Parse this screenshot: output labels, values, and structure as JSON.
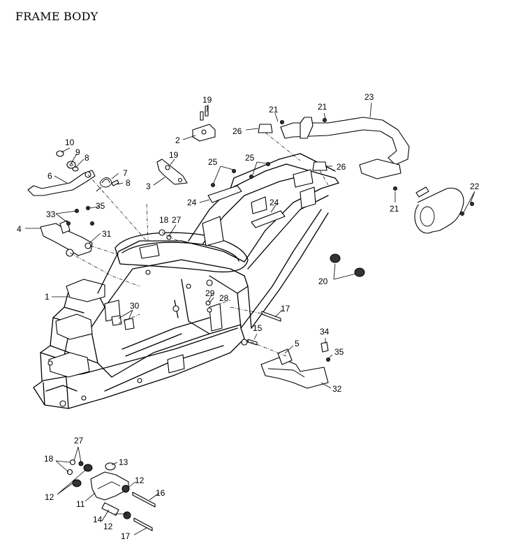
{
  "title": "FRAME BODY",
  "callouts": [
    {
      "id": "c1",
      "text": "1"
    },
    {
      "id": "c2",
      "text": "2"
    },
    {
      "id": "c3",
      "text": "3"
    },
    {
      "id": "c4",
      "text": "4"
    },
    {
      "id": "c5",
      "text": "5"
    },
    {
      "id": "c6",
      "text": "6"
    },
    {
      "id": "c7",
      "text": "7"
    },
    {
      "id": "c8a",
      "text": "8"
    },
    {
      "id": "c8b",
      "text": "8"
    },
    {
      "id": "c9",
      "text": "9"
    },
    {
      "id": "c10",
      "text": "10"
    },
    {
      "id": "c11",
      "text": "11"
    },
    {
      "id": "c12a",
      "text": "12"
    },
    {
      "id": "c12b",
      "text": "12"
    },
    {
      "id": "c12c",
      "text": "12"
    },
    {
      "id": "c13",
      "text": "13"
    },
    {
      "id": "c14",
      "text": "14"
    },
    {
      "id": "c15",
      "text": "15"
    },
    {
      "id": "c16",
      "text": "16"
    },
    {
      "id": "c17a",
      "text": "17"
    },
    {
      "id": "c17b",
      "text": "17"
    },
    {
      "id": "c18a",
      "text": "18"
    },
    {
      "id": "c18b",
      "text": "18"
    },
    {
      "id": "c19a",
      "text": "19"
    },
    {
      "id": "c19b",
      "text": "19"
    },
    {
      "id": "c20",
      "text": "20"
    },
    {
      "id": "c21a",
      "text": "21"
    },
    {
      "id": "c21b",
      "text": "21"
    },
    {
      "id": "c21c",
      "text": "21"
    },
    {
      "id": "c22",
      "text": "22"
    },
    {
      "id": "c23",
      "text": "23"
    },
    {
      "id": "c24a",
      "text": "24"
    },
    {
      "id": "c24b",
      "text": "24"
    },
    {
      "id": "c25a",
      "text": "25"
    },
    {
      "id": "c25b",
      "text": "25"
    },
    {
      "id": "c26a",
      "text": "26"
    },
    {
      "id": "c26b",
      "text": "26"
    },
    {
      "id": "c27a",
      "text": "27"
    },
    {
      "id": "c27b",
      "text": "27"
    },
    {
      "id": "c28",
      "text": "28"
    },
    {
      "id": "c29",
      "text": "29"
    },
    {
      "id": "c30",
      "text": "30"
    },
    {
      "id": "c31",
      "text": "31"
    },
    {
      "id": "c32",
      "text": "32"
    },
    {
      "id": "c33",
      "text": "33"
    },
    {
      "id": "c34",
      "text": "34"
    },
    {
      "id": "c35a",
      "text": "35"
    },
    {
      "id": "c35b",
      "text": "35"
    }
  ]
}
